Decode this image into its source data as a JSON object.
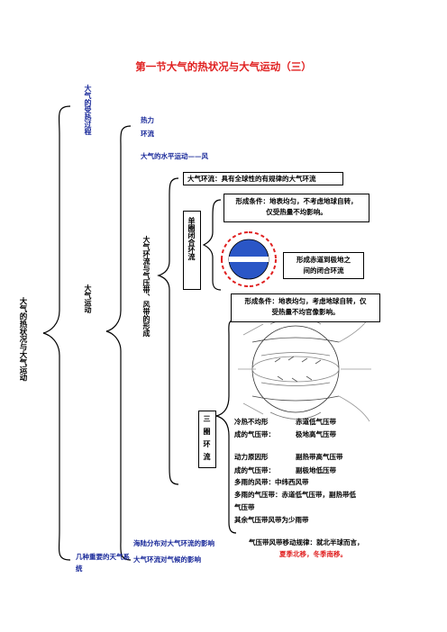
{
  "title": "第一节大气的热状况与大气运动（三）",
  "root": "大气的热状况与大气运动",
  "level1": {
    "heating": "大气的受热过程",
    "motion": "大气运动",
    "weather": "几种重要的天气系统"
  },
  "thermal": "热力环流",
  "horizontal": "大气的水平运动——风",
  "pressure_belts": "大气环流与气压带、风带的形成",
  "global_circ": "大气环流：具有全球性的有规律的大气环流",
  "single": {
    "label": "单圈闭合环流",
    "cond1": "形成条件：地表均匀，不考虑地球自转，",
    "cond2": "仅受热量不均影响。",
    "result1": "形成赤道到极地之",
    "result2": "间的闭合环流"
  },
  "three": {
    "label": "三圈环流",
    "cond1": "形成条件：地表均匀，考虑地球自转，仅",
    "cond2": "受热量不均官像影响。",
    "thermal_l1": "冷热不均形",
    "thermal_l2": "成的气压带：",
    "thermal_r1": "赤道低气压带",
    "thermal_r2": "极地高气压带",
    "dynamic_l1": "动力原因形",
    "dynamic_l2": "成的气压带：",
    "dynamic_r1": "副热带高气压带",
    "dynamic_r2": "副极地低压带",
    "rainy_wind": "多雨的风带：中纬西风带",
    "rainy_belt1": "多雨的气压带：赤道低气压带，副热带低",
    "rainy_belt2": "气压带",
    "others": "其余气压带风带为少雨带"
  },
  "land_sea": "海陆分布对大气环流的影响",
  "climate": "大气环流对气候的影响",
  "shift1": "气压带风带移动规律：就北半球而言，",
  "shift2": "夏季北移，冬季南移。"
}
